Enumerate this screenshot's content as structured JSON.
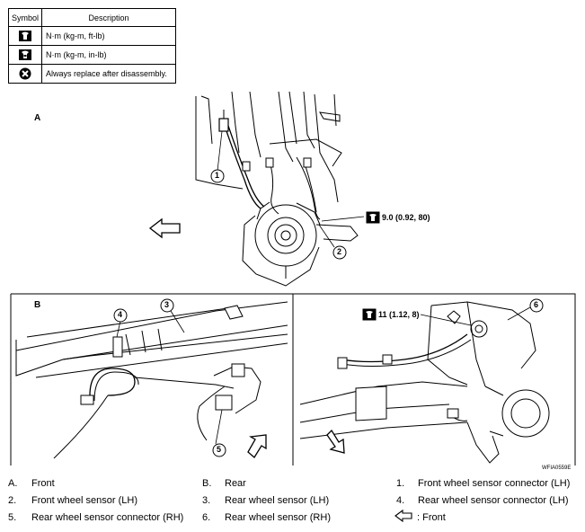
{
  "symbol_table": {
    "header_symbol": "Symbol",
    "header_description": "Description",
    "rows": [
      {
        "icon": "torque-wrench-icon",
        "description": "N·m (kg-m, ft-lb)"
      },
      {
        "icon": "torque-wrench-inlb-icon",
        "description": "N·m (kg-m, in-lb)"
      },
      {
        "icon": "replace-icon",
        "description": "Always replace after disassembly."
      }
    ]
  },
  "views": {
    "a": "A",
    "b": "B"
  },
  "torques": {
    "front_sensor": "9.0 (0.92, 80)",
    "rear_sensor": "11 (1.12, 8)"
  },
  "callouts": [
    "1",
    "2",
    "3",
    "4",
    "5",
    "6"
  ],
  "figure_code": "WFIA0559E",
  "legend": [
    {
      "key": "A.",
      "text": "Front"
    },
    {
      "key": "B.",
      "text": "Rear"
    },
    {
      "key": "1.",
      "text": "Front wheel sensor connector (LH)"
    },
    {
      "key": "2.",
      "text": "Front wheel sensor (LH)"
    },
    {
      "key": "3.",
      "text": "Rear wheel sensor (LH)"
    },
    {
      "key": "4.",
      "text": "Rear wheel sensor connector (LH)"
    },
    {
      "key": "5.",
      "text": "Rear wheel sensor connector (RH)"
    },
    {
      "key": "6.",
      "text": "Rear wheel sensor (RH)"
    },
    {
      "key": "arrow",
      "text": ": Front"
    }
  ]
}
